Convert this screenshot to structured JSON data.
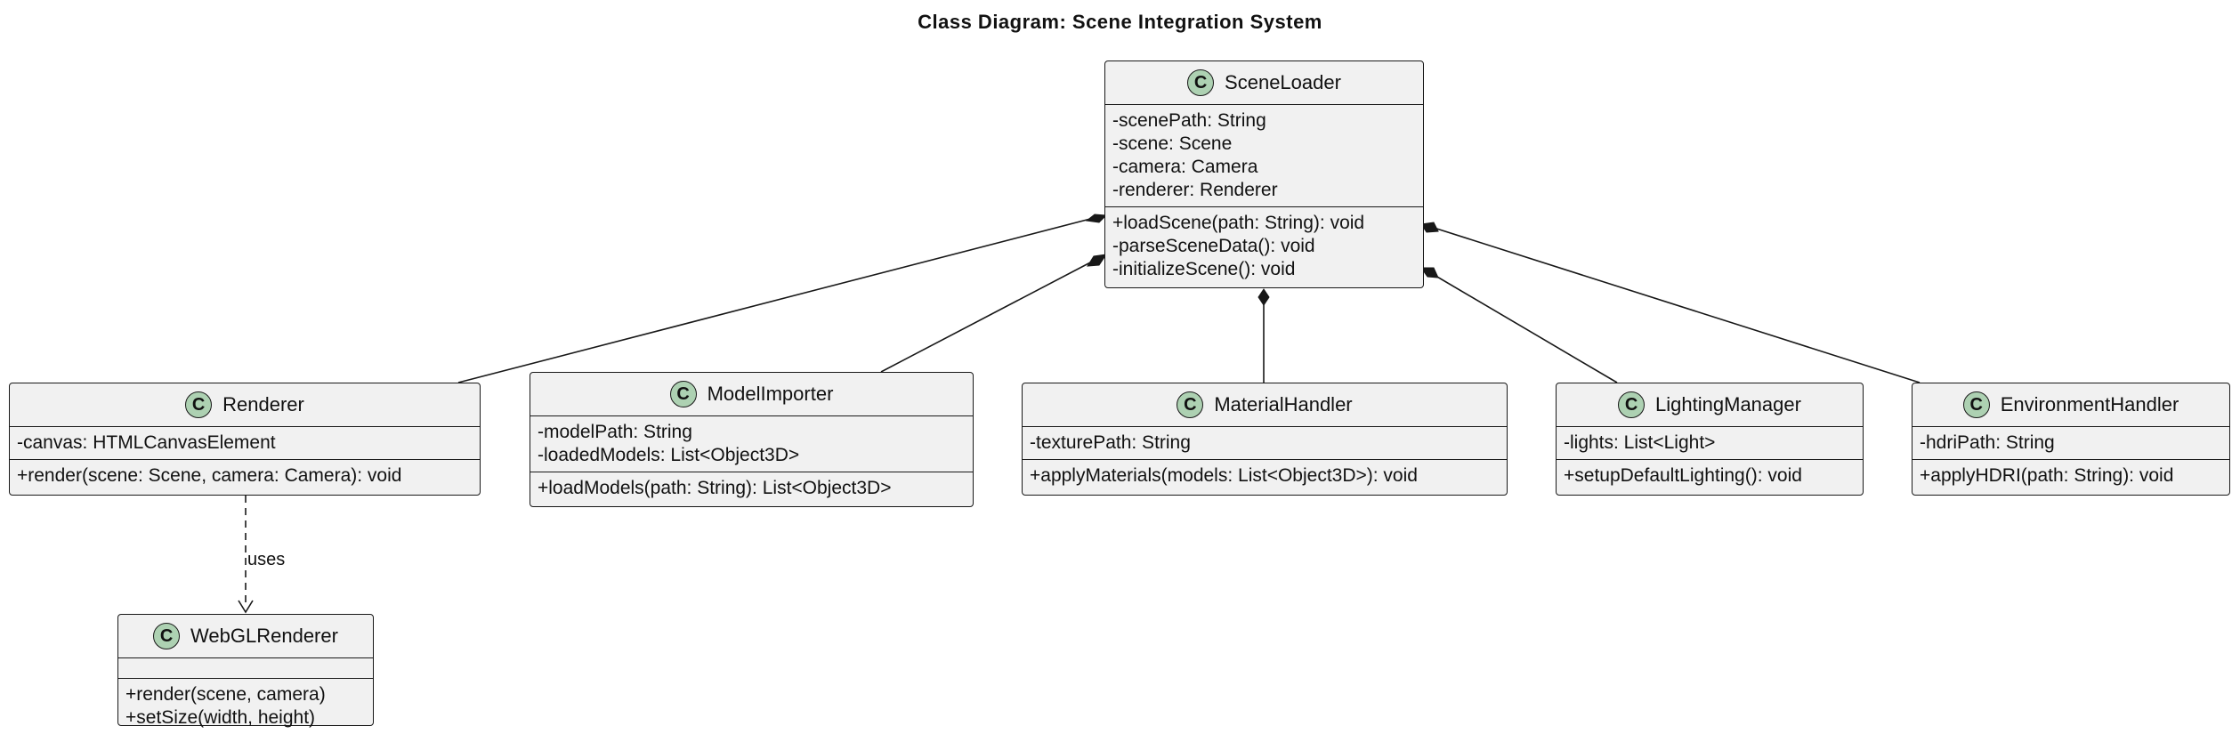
{
  "title": "Class Diagram: Scene Integration System",
  "classes": {
    "sceneloader": {
      "name": "SceneLoader",
      "badge": "C",
      "fields": [
        "-scenePath: String",
        "-scene: Scene",
        "-camera: Camera",
        "-renderer: Renderer"
      ],
      "methods": [
        "+loadScene(path: String): void",
        "-parseSceneData(): void",
        "-initializeScene(): void"
      ]
    },
    "renderer": {
      "name": "Renderer",
      "badge": "C",
      "fields": [
        "-canvas: HTMLCanvasElement"
      ],
      "methods": [
        "+render(scene: Scene, camera: Camera): void"
      ]
    },
    "modelimporter": {
      "name": "ModelImporter",
      "badge": "C",
      "fields": [
        "-modelPath: String",
        "-loadedModels: List<Object3D>"
      ],
      "methods": [
        "+loadModels(path: String): List<Object3D>"
      ]
    },
    "materialhandler": {
      "name": "MaterialHandler",
      "badge": "C",
      "fields": [
        "-texturePath: String"
      ],
      "methods": [
        "+applyMaterials(models: List<Object3D>): void"
      ]
    },
    "lightingmanager": {
      "name": "LightingManager",
      "badge": "C",
      "fields": [
        "-lights: List<Light>"
      ],
      "methods": [
        "+setupDefaultLighting(): void"
      ]
    },
    "environmenthandler": {
      "name": "EnvironmentHandler",
      "badge": "C",
      "fields": [
        "-hdriPath: String"
      ],
      "methods": [
        "+applyHDRI(path: String): void"
      ]
    },
    "webglrenderer": {
      "name": "WebGLRenderer",
      "badge": "C",
      "fields": [],
      "methods": [
        "+render(scene, camera)",
        "+setSize(width, height)"
      ]
    }
  },
  "relations": [
    {
      "from": "sceneloader",
      "to": "renderer",
      "type": "composition",
      "label": ""
    },
    {
      "from": "sceneloader",
      "to": "modelimporter",
      "type": "composition",
      "label": ""
    },
    {
      "from": "sceneloader",
      "to": "materialhandler",
      "type": "composition",
      "label": ""
    },
    {
      "from": "sceneloader",
      "to": "lightingmanager",
      "type": "composition",
      "label": ""
    },
    {
      "from": "sceneloader",
      "to": "environmenthandler",
      "type": "composition",
      "label": ""
    },
    {
      "from": "renderer",
      "to": "webglrenderer",
      "type": "dependency",
      "label": "uses"
    }
  ]
}
